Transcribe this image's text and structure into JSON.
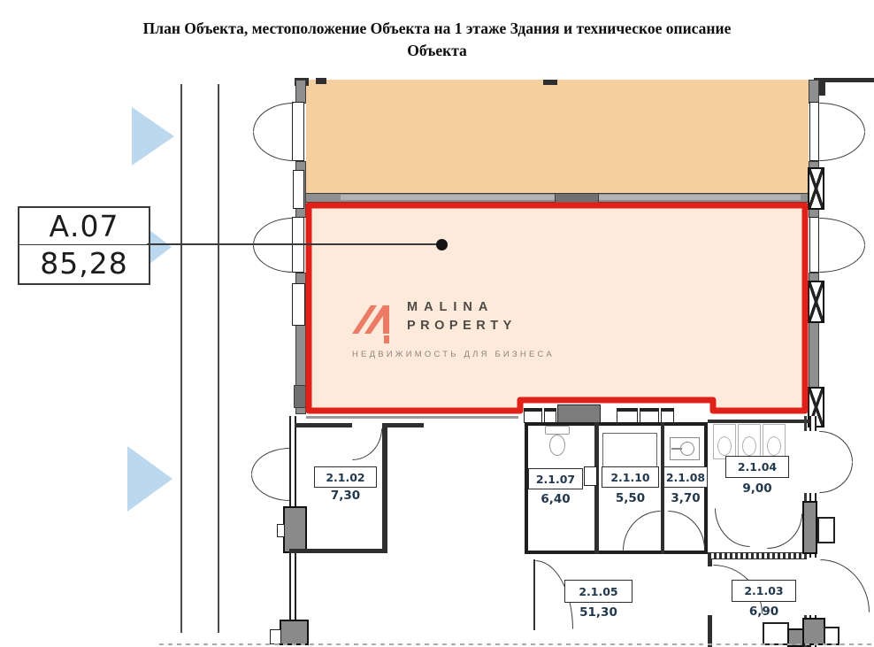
{
  "title": {
    "line1": "План Объекта, местоположение Объекта на 1 этаже Здания и техническое описание",
    "line2": "Объекта"
  },
  "callout": {
    "unit_code": "А.07",
    "unit_area": "85,28"
  },
  "watermark": {
    "brand_line1": "MALINA",
    "brand_line2": "PROPERTY",
    "tagline": "НЕДВИЖИМОСТЬ ДЛЯ БИЗНЕСА"
  },
  "rooms": [
    {
      "id": "2.1.02",
      "area": "7,30"
    },
    {
      "id": "2.1.07",
      "area": "6,40"
    },
    {
      "id": "2.1.10",
      "area": "5,50"
    },
    {
      "id": "2.1.08",
      "area": "3,70"
    },
    {
      "id": "2.1.04",
      "area": "9,00"
    },
    {
      "id": "2.1.05",
      "area": "51,30"
    },
    {
      "id": "2.1.03",
      "area": "6,90"
    }
  ],
  "colors": {
    "highlight_border": "#e0211a",
    "upper_room_fill": "#f6cf9f",
    "highlight_room_fill": "#fdeada",
    "marker_blue": "#bcd8ee",
    "logo_accent": "#ec7b66"
  }
}
